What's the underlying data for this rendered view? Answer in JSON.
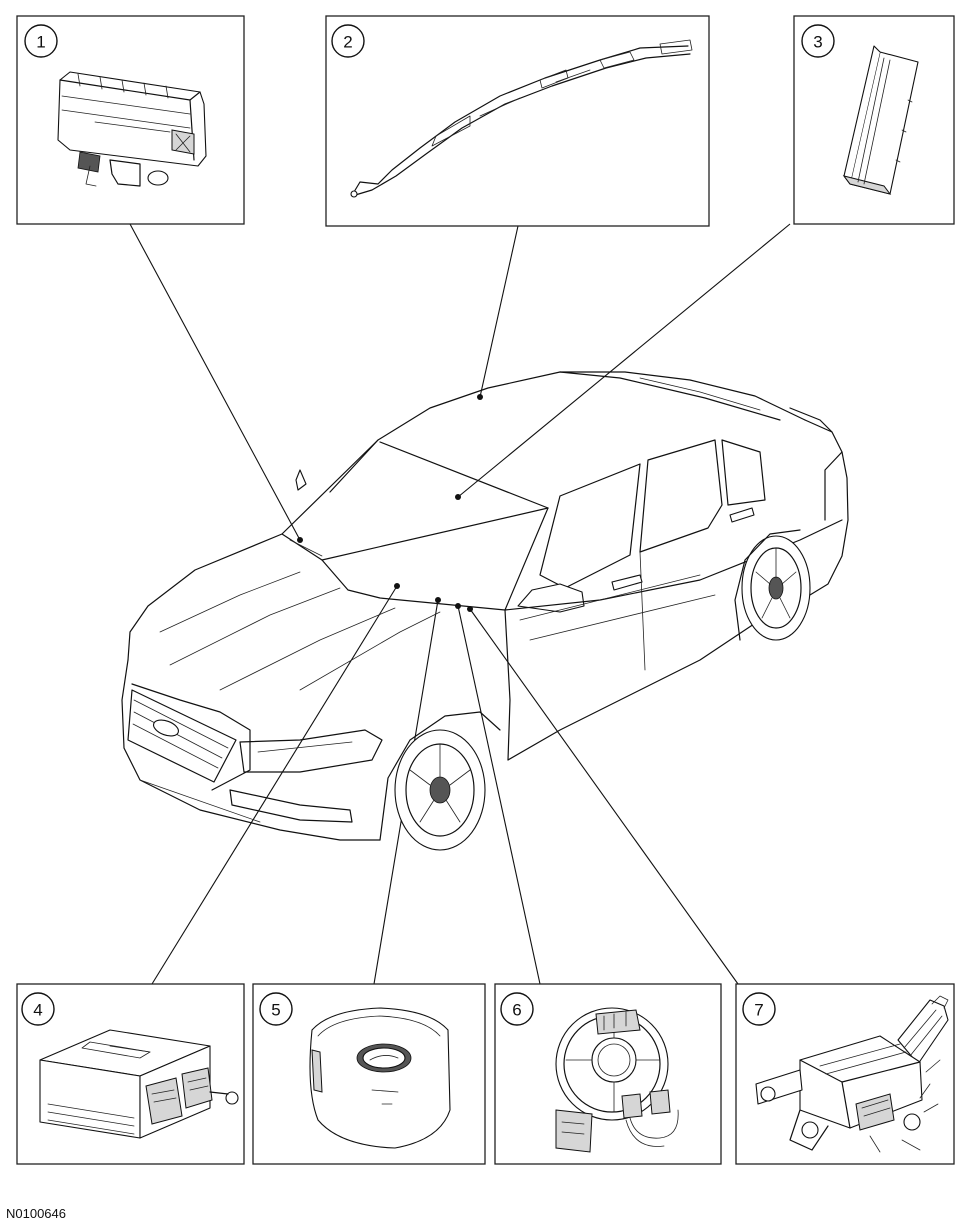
{
  "figure_code": "N0100646",
  "callouts": [
    {
      "num": "1",
      "icon": "passenger-airbag-module-icon"
    },
    {
      "num": "2",
      "icon": "side-curtain-airbag-icon"
    },
    {
      "num": "3",
      "icon": "seat-side-airbag-icon"
    },
    {
      "num": "4",
      "icon": "restraints-control-module-icon"
    },
    {
      "num": "5",
      "icon": "driver-airbag-module-icon"
    },
    {
      "num": "6",
      "icon": "clockspring-icon"
    },
    {
      "num": "7",
      "icon": "steering-column-icon"
    }
  ]
}
